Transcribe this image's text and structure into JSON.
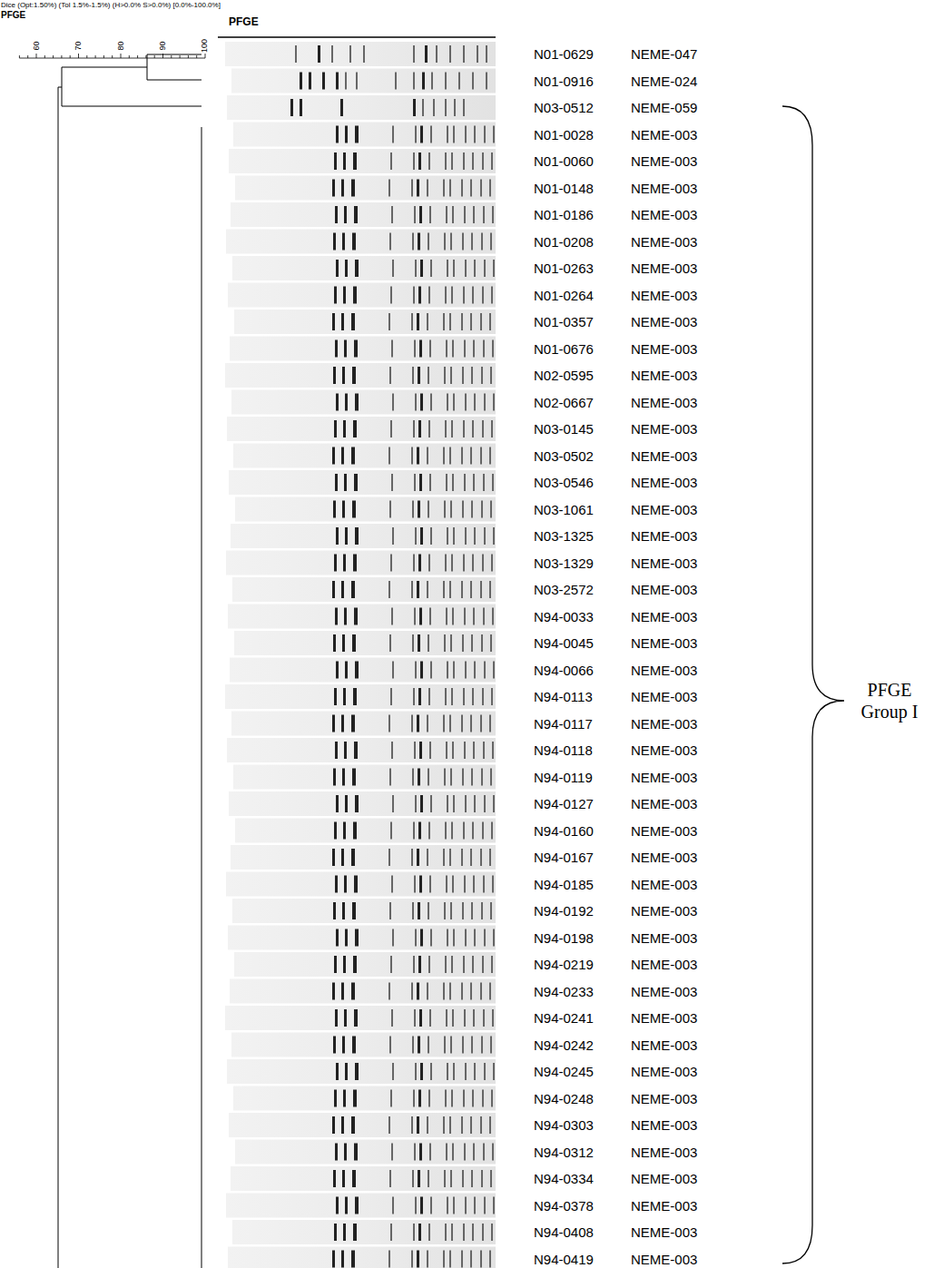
{
  "diagram": {
    "labels": [
      "Dice (Opt:1.50%) (Tol 1.5%-1.5%) (H>0.0% S>0.0%) [0.0%-100.0%]",
      "PFGE",
      "PFGE",
      "60",
      "70",
      "80",
      "90",
      "100",
      "N01-0629",
      "NEME-047",
      "N01-0916",
      "NEME-024",
      "N03-0512",
      "NEME-059",
      "N01-0028",
      "NEME-003",
      "N01-0060",
      "NEME-003",
      "N01-0148",
      "NEME-003",
      "N01-0186",
      "NEME-003",
      "N01-0208",
      "NEME-003",
      "N01-0263",
      "NEME-003",
      "N01-0264",
      "NEME-003",
      "N01-0357",
      "NEME-003",
      "N01-0676",
      "NEME-003",
      "N02-0595",
      "NEME-003",
      "N02-0667",
      "NEME-003",
      "N03-0145",
      "NEME-003",
      "N03-0502",
      "NEME-003",
      "N03-0546",
      "NEME-003",
      "N03-1061",
      "NEME-003",
      "N03-1325",
      "NEME-003",
      "N03-1329",
      "NEME-003",
      "N03-2572",
      "NEME-003",
      "N94-0033",
      "NEME-003",
      "N94-0045",
      "NEME-003",
      "N94-0066",
      "NEME-003",
      "N94-0113",
      "NEME-003",
      "N94-0117",
      "NEME-003",
      "N94-0118",
      "NEME-003",
      "N94-0119",
      "NEME-003",
      "N94-0127",
      "NEME-003",
      "N94-0160",
      "NEME-003",
      "N94-0167",
      "NEME-003",
      "N94-0185",
      "NEME-003",
      "N94-0192",
      "NEME-003",
      "N94-0198",
      "NEME-003",
      "N94-0219",
      "NEME-003",
      "N94-0233",
      "NEME-003",
      "N94-0241",
      "NEME-003",
      "N94-0242",
      "NEME-003",
      "N94-0245",
      "NEME-003",
      "N94-0248",
      "NEME-003",
      "N94-0303",
      "NEME-003",
      "N94-0312",
      "NEME-003",
      "N94-0334",
      "NEME-003",
      "N94-0378",
      "NEME-003",
      "N94-0408",
      "NEME-003",
      "N94-0419",
      "NEME-003",
      "PFGE Group I"
    ]
  }
}
